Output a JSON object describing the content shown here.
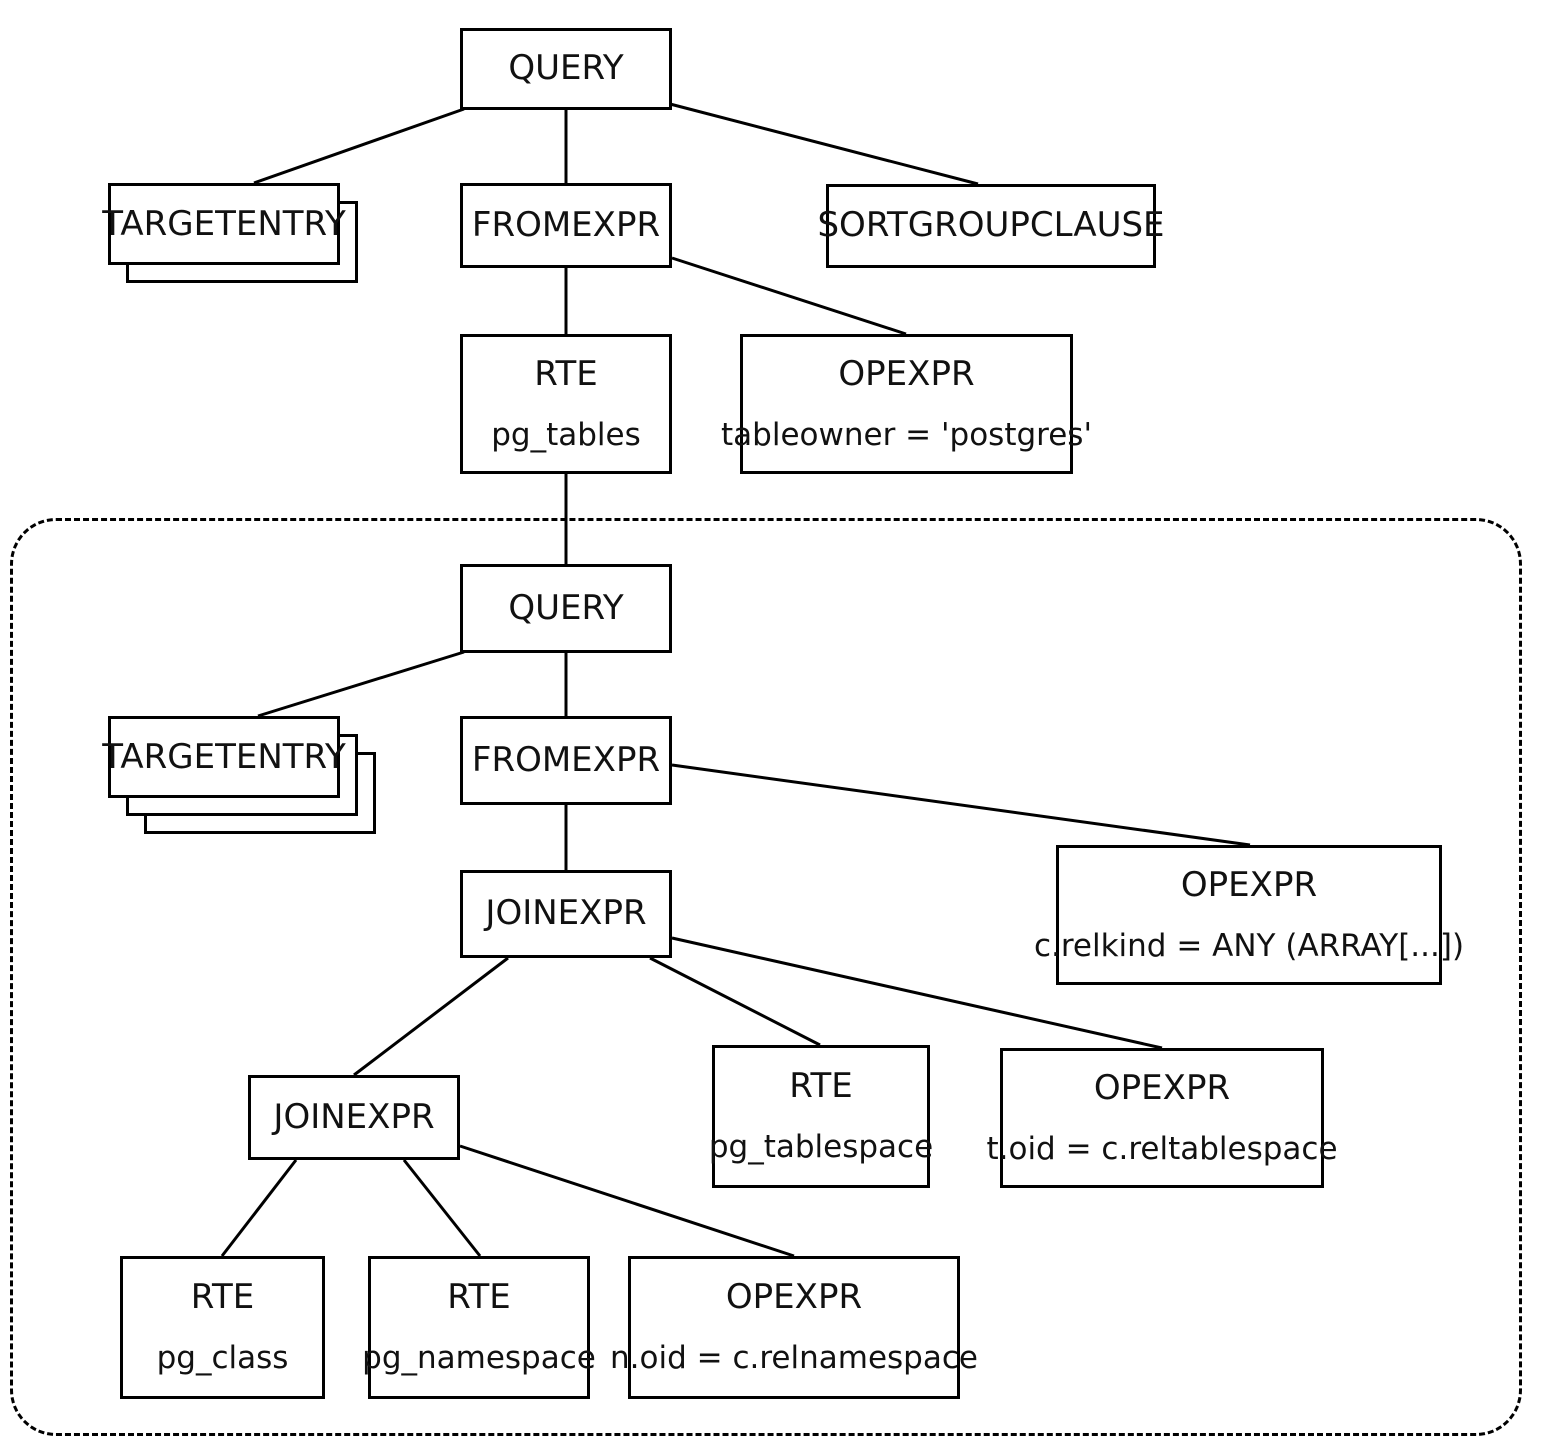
{
  "diagram": {
    "title": "PostgreSQL query parse tree",
    "type": "tree",
    "stroke_color": "#000000",
    "background_color": "#ffffff",
    "subquery_region": {
      "label": "",
      "style": "dashed-rounded-rectangle"
    },
    "nodes": {
      "query_outer": {
        "title": "QUERY",
        "subtitle": ""
      },
      "targetentry_outer": {
        "title": "TARGETENTRY",
        "subtitle": "",
        "stack_count": 2
      },
      "fromexpr_outer": {
        "title": "FROMEXPR",
        "subtitle": ""
      },
      "sortgroupclause": {
        "title": "SORTGROUPCLAUSE",
        "subtitle": ""
      },
      "rte_pg_tables": {
        "title": "RTE",
        "subtitle": "pg_tables"
      },
      "opexpr_tableowner": {
        "title": "OPEXPR",
        "subtitle": "tableowner = 'postgres'"
      },
      "query_inner": {
        "title": "QUERY",
        "subtitle": ""
      },
      "targetentry_inner": {
        "title": "TARGETENTRY",
        "subtitle": "",
        "stack_count": 3
      },
      "fromexpr_inner": {
        "title": "FROMEXPR",
        "subtitle": ""
      },
      "opexpr_relkind": {
        "title": "OPEXPR",
        "subtitle": "c.relkind = ANY (ARRAY[...])"
      },
      "joinexpr_top": {
        "title": "JOINEXPR",
        "subtitle": ""
      },
      "rte_pg_tablespace": {
        "title": "RTE",
        "subtitle": "pg_tablespace"
      },
      "opexpr_toid": {
        "title": "OPEXPR",
        "subtitle": "t.oid = c.reltablespace"
      },
      "joinexpr_bottom": {
        "title": "JOINEXPR",
        "subtitle": ""
      },
      "rte_pg_class": {
        "title": "RTE",
        "subtitle": "pg_class"
      },
      "rte_pg_namespace": {
        "title": "RTE",
        "subtitle": "pg_namespace"
      },
      "opexpr_noid": {
        "title": "OPEXPR",
        "subtitle": "n.oid = c.relnamespace"
      }
    },
    "edges": [
      {
        "from": "query_outer",
        "to": "targetentry_outer"
      },
      {
        "from": "query_outer",
        "to": "fromexpr_outer"
      },
      {
        "from": "query_outer",
        "to": "sortgroupclause"
      },
      {
        "from": "fromexpr_outer",
        "to": "rte_pg_tables"
      },
      {
        "from": "fromexpr_outer",
        "to": "opexpr_tableowner"
      },
      {
        "from": "rte_pg_tables",
        "to": "query_inner"
      },
      {
        "from": "query_inner",
        "to": "targetentry_inner"
      },
      {
        "from": "query_inner",
        "to": "fromexpr_inner"
      },
      {
        "from": "fromexpr_inner",
        "to": "joinexpr_top"
      },
      {
        "from": "fromexpr_inner",
        "to": "opexpr_relkind"
      },
      {
        "from": "joinexpr_top",
        "to": "joinexpr_bottom"
      },
      {
        "from": "joinexpr_top",
        "to": "rte_pg_tablespace"
      },
      {
        "from": "joinexpr_top",
        "to": "opexpr_toid"
      },
      {
        "from": "joinexpr_bottom",
        "to": "rte_pg_class"
      },
      {
        "from": "joinexpr_bottom",
        "to": "rte_pg_namespace"
      },
      {
        "from": "joinexpr_bottom",
        "to": "opexpr_noid"
      }
    ]
  }
}
